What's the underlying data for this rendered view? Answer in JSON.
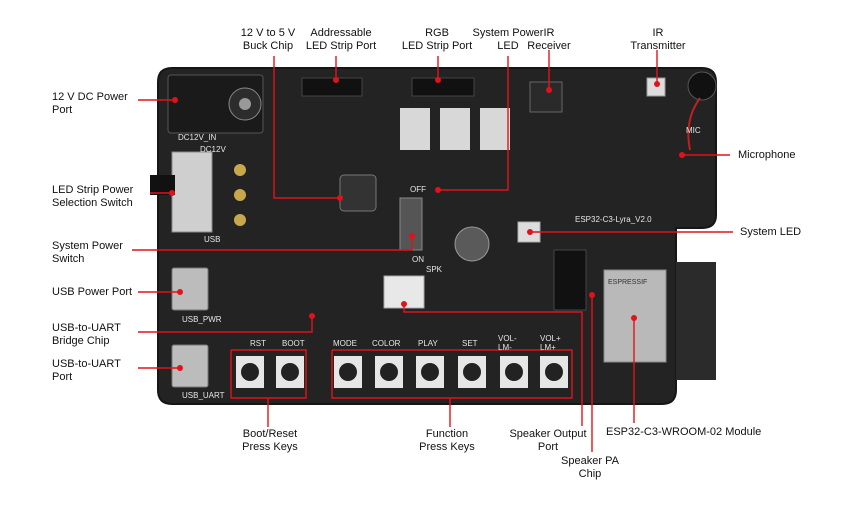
{
  "diagram": {
    "board_name": "ESP32-C3-Lyra_V2.0",
    "callouts": {
      "dc_power_port": "12 V DC Power\nPort",
      "led_strip_power_switch": "LED Strip Power\nSelection Switch",
      "system_power_switch": "System Power\nSwitch",
      "usb_power_port": "USB Power Port",
      "usb_uart_bridge": "USB-to-UART\nBridge Chip",
      "usb_uart_port": "USB-to-UART\nPort",
      "buck_chip": "12 V to 5 V\nBuck Chip",
      "addressable_led_strip_port": "Addressable\nLED Strip Port",
      "rgb_led_strip_port": "RGB\nLED Strip Port",
      "system_power_led": "System Power\nLED",
      "ir_receiver": "IR\nReceiver",
      "ir_transmitter": "IR\nTransmitter",
      "microphone": "Microphone",
      "system_led": "System LED",
      "esp_module": "ESP32-C3-WROOM-02 Module",
      "speaker_pa_chip": "Speaker PA\nChip",
      "speaker_output_port": "Speaker Output\nPort",
      "function_keys": "Function\nPress Keys",
      "boot_reset_keys": "Boot/Reset\nPress Keys"
    },
    "silkscreen": {
      "dc12v_in": "DC12V_IN",
      "dc12v": "DC12V",
      "usb": "USB",
      "usb_pwr": "USB_PWR",
      "usb_uart": "USB_UART",
      "off": "OFF",
      "on": "ON",
      "spk": "SPK",
      "mic": "MIC",
      "rst": "RST",
      "boot": "BOOT",
      "mode": "MODE",
      "color": "COLOR",
      "play": "PLAY",
      "set": "SET",
      "vol_minus": "VOL-\nLM-",
      "vol_plus": "VOL+\nLM+",
      "espressif": "ESPRESSIF"
    },
    "colors": {
      "board": "#232323",
      "board_edge": "#161616",
      "annotation": "#e0131a",
      "silkscreen": "#e6e6e6"
    }
  }
}
